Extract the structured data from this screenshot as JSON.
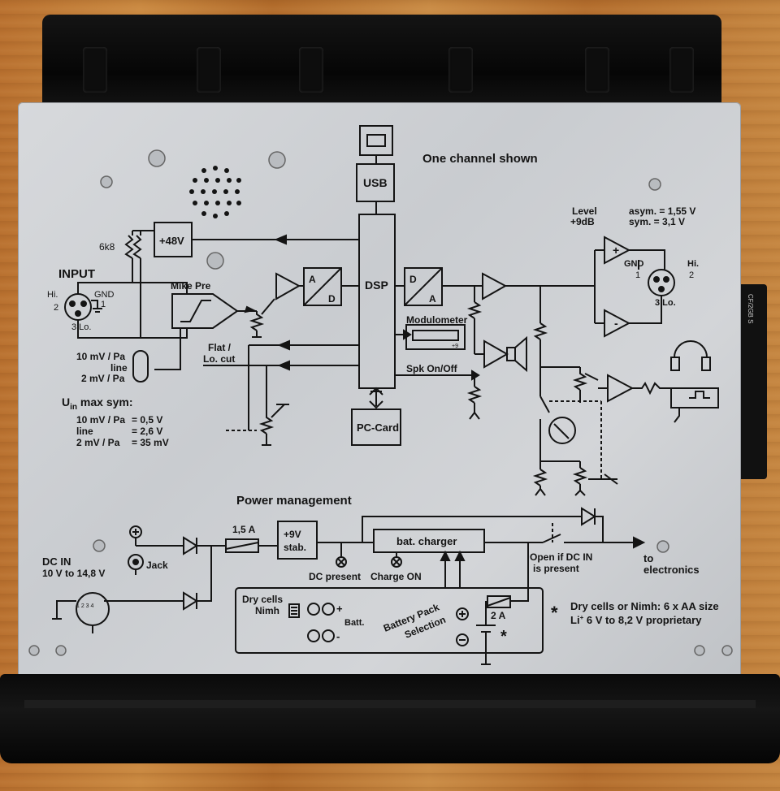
{
  "labels": {
    "one_channel": "One channel shown",
    "usb": "USB",
    "plus48v": "+48V",
    "r6k8": "6k8",
    "input": "INPUT",
    "hi": "Hi.",
    "gnd": "GND",
    "pin2": "2",
    "pin1": "1",
    "lo3": "3 Lo.",
    "mike_pre": "Mike Pre",
    "ad_a": "A",
    "ad_d": "D",
    "dsp": "DSP",
    "da_d": "D",
    "da_a": "A",
    "modulometer": "Modulometer",
    "modulometer_scale": "+9",
    "flat": "Flat /",
    "locut": "Lo. cut",
    "spk": "Spk On/Off",
    "pccard": "PC-Card",
    "sens1": "10 mV / Pa",
    "sens2": "line",
    "sens3": "2 mV / Pa",
    "level": "Level",
    "level_db": "+9dB",
    "asym": "asym. = 1,55 V",
    "sym": "sym. = 3,1 V",
    "out_plus": "+",
    "out_minus": "-",
    "out_gnd": "GND",
    "out_hi": "Hi.",
    "out_1": "1",
    "out_2": "2",
    "out_lo": "3 Lo.",
    "power_mgmt": "Power management",
    "dcin": "DC IN",
    "dcin_range": "10 V to 14,8 V",
    "jack": "Jack",
    "fuse15": "1,5 A",
    "stab9v_1": "+9V",
    "stab9v_2": "stab.",
    "charger": "bat. charger",
    "dc_present": "DC present",
    "charge_on": "Charge ON",
    "open_if_1": "Open if DC IN",
    "open_if_2": "is present",
    "to_elec_1": "to",
    "to_elec_2": "electronics",
    "dry_cells": "Dry cells",
    "nimh": "Nimh",
    "batt": "Batt.",
    "batt_plus": "+",
    "batt_minus": "-",
    "batt_sel_1": "Battery Pack",
    "batt_sel_2": "Selection",
    "fuse2": "2 A",
    "note_star": "*",
    "note_1": "Dry cells or Nimh: 6 x AA size",
    "note_2a": "Li",
    "note_2sup": "+",
    "note_2b": "  6 V to 8,2 V proprietary",
    "din_pins": "1 2 3 4",
    "card_label": "CF/2GB S"
  },
  "uin": {
    "title_u": "U",
    "title_sub": "in",
    "title_rest": " max sym:",
    "rows": [
      {
        "label": "10 mV / Pa",
        "value": "= 0,5 V"
      },
      {
        "label": "line",
        "value": "= 2,6 V"
      },
      {
        "label": "2 mV / Pa",
        "value": "= 35 mV"
      }
    ]
  }
}
